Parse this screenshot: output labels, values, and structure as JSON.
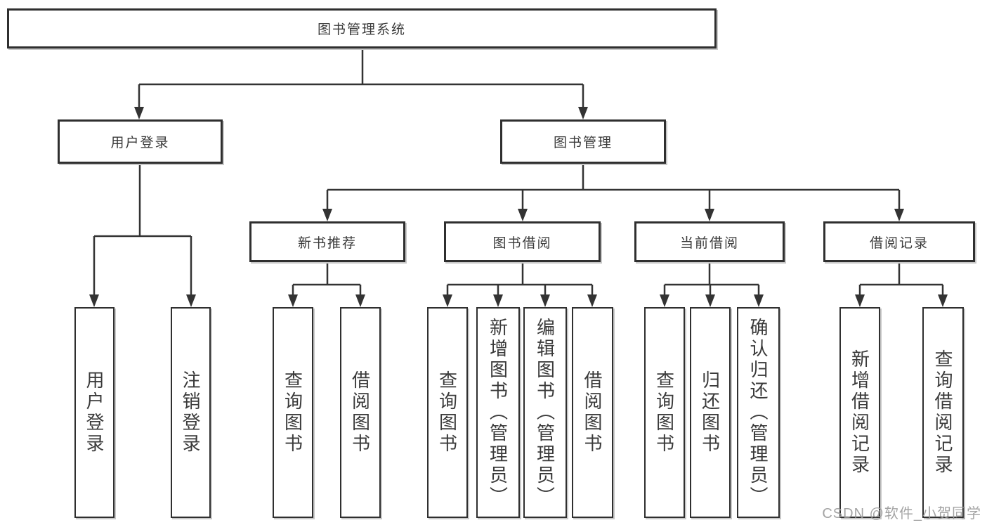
{
  "watermark": "CSDN @软件_小贺同学",
  "colors": {
    "line": "#333333",
    "box_border": "#2f2f2f",
    "box_background": "#ffffff",
    "text": "#3a3a3a",
    "shadow": "#c8c8c8",
    "watermark_text": "#9a9a9a"
  },
  "tree": {
    "root": {
      "label": "图书管理系统"
    },
    "level2": [
      {
        "label": "用户登录",
        "children": [
          {
            "label": "用户登录"
          },
          {
            "label": "注销登录"
          }
        ]
      },
      {
        "label": "图书管理",
        "children": [
          {
            "label": "新书推荐",
            "children": [
              {
                "label": "查询图书"
              },
              {
                "label": "借阅图书"
              }
            ]
          },
          {
            "label": "图书借阅",
            "children": [
              {
                "label": "查询图书"
              },
              {
                "label": "新增图书（管理员）"
              },
              {
                "label": "编辑图书（管理员）"
              },
              {
                "label": "借阅图书"
              }
            ]
          },
          {
            "label": "当前借阅",
            "children": [
              {
                "label": "查询图书"
              },
              {
                "label": "归还图书"
              },
              {
                "label": "确认归还（管理员）"
              }
            ]
          },
          {
            "label": "借阅记录",
            "children": [
              {
                "label": "新增借阅记录"
              },
              {
                "label": "查询借阅记录"
              }
            ]
          }
        ]
      }
    ]
  }
}
